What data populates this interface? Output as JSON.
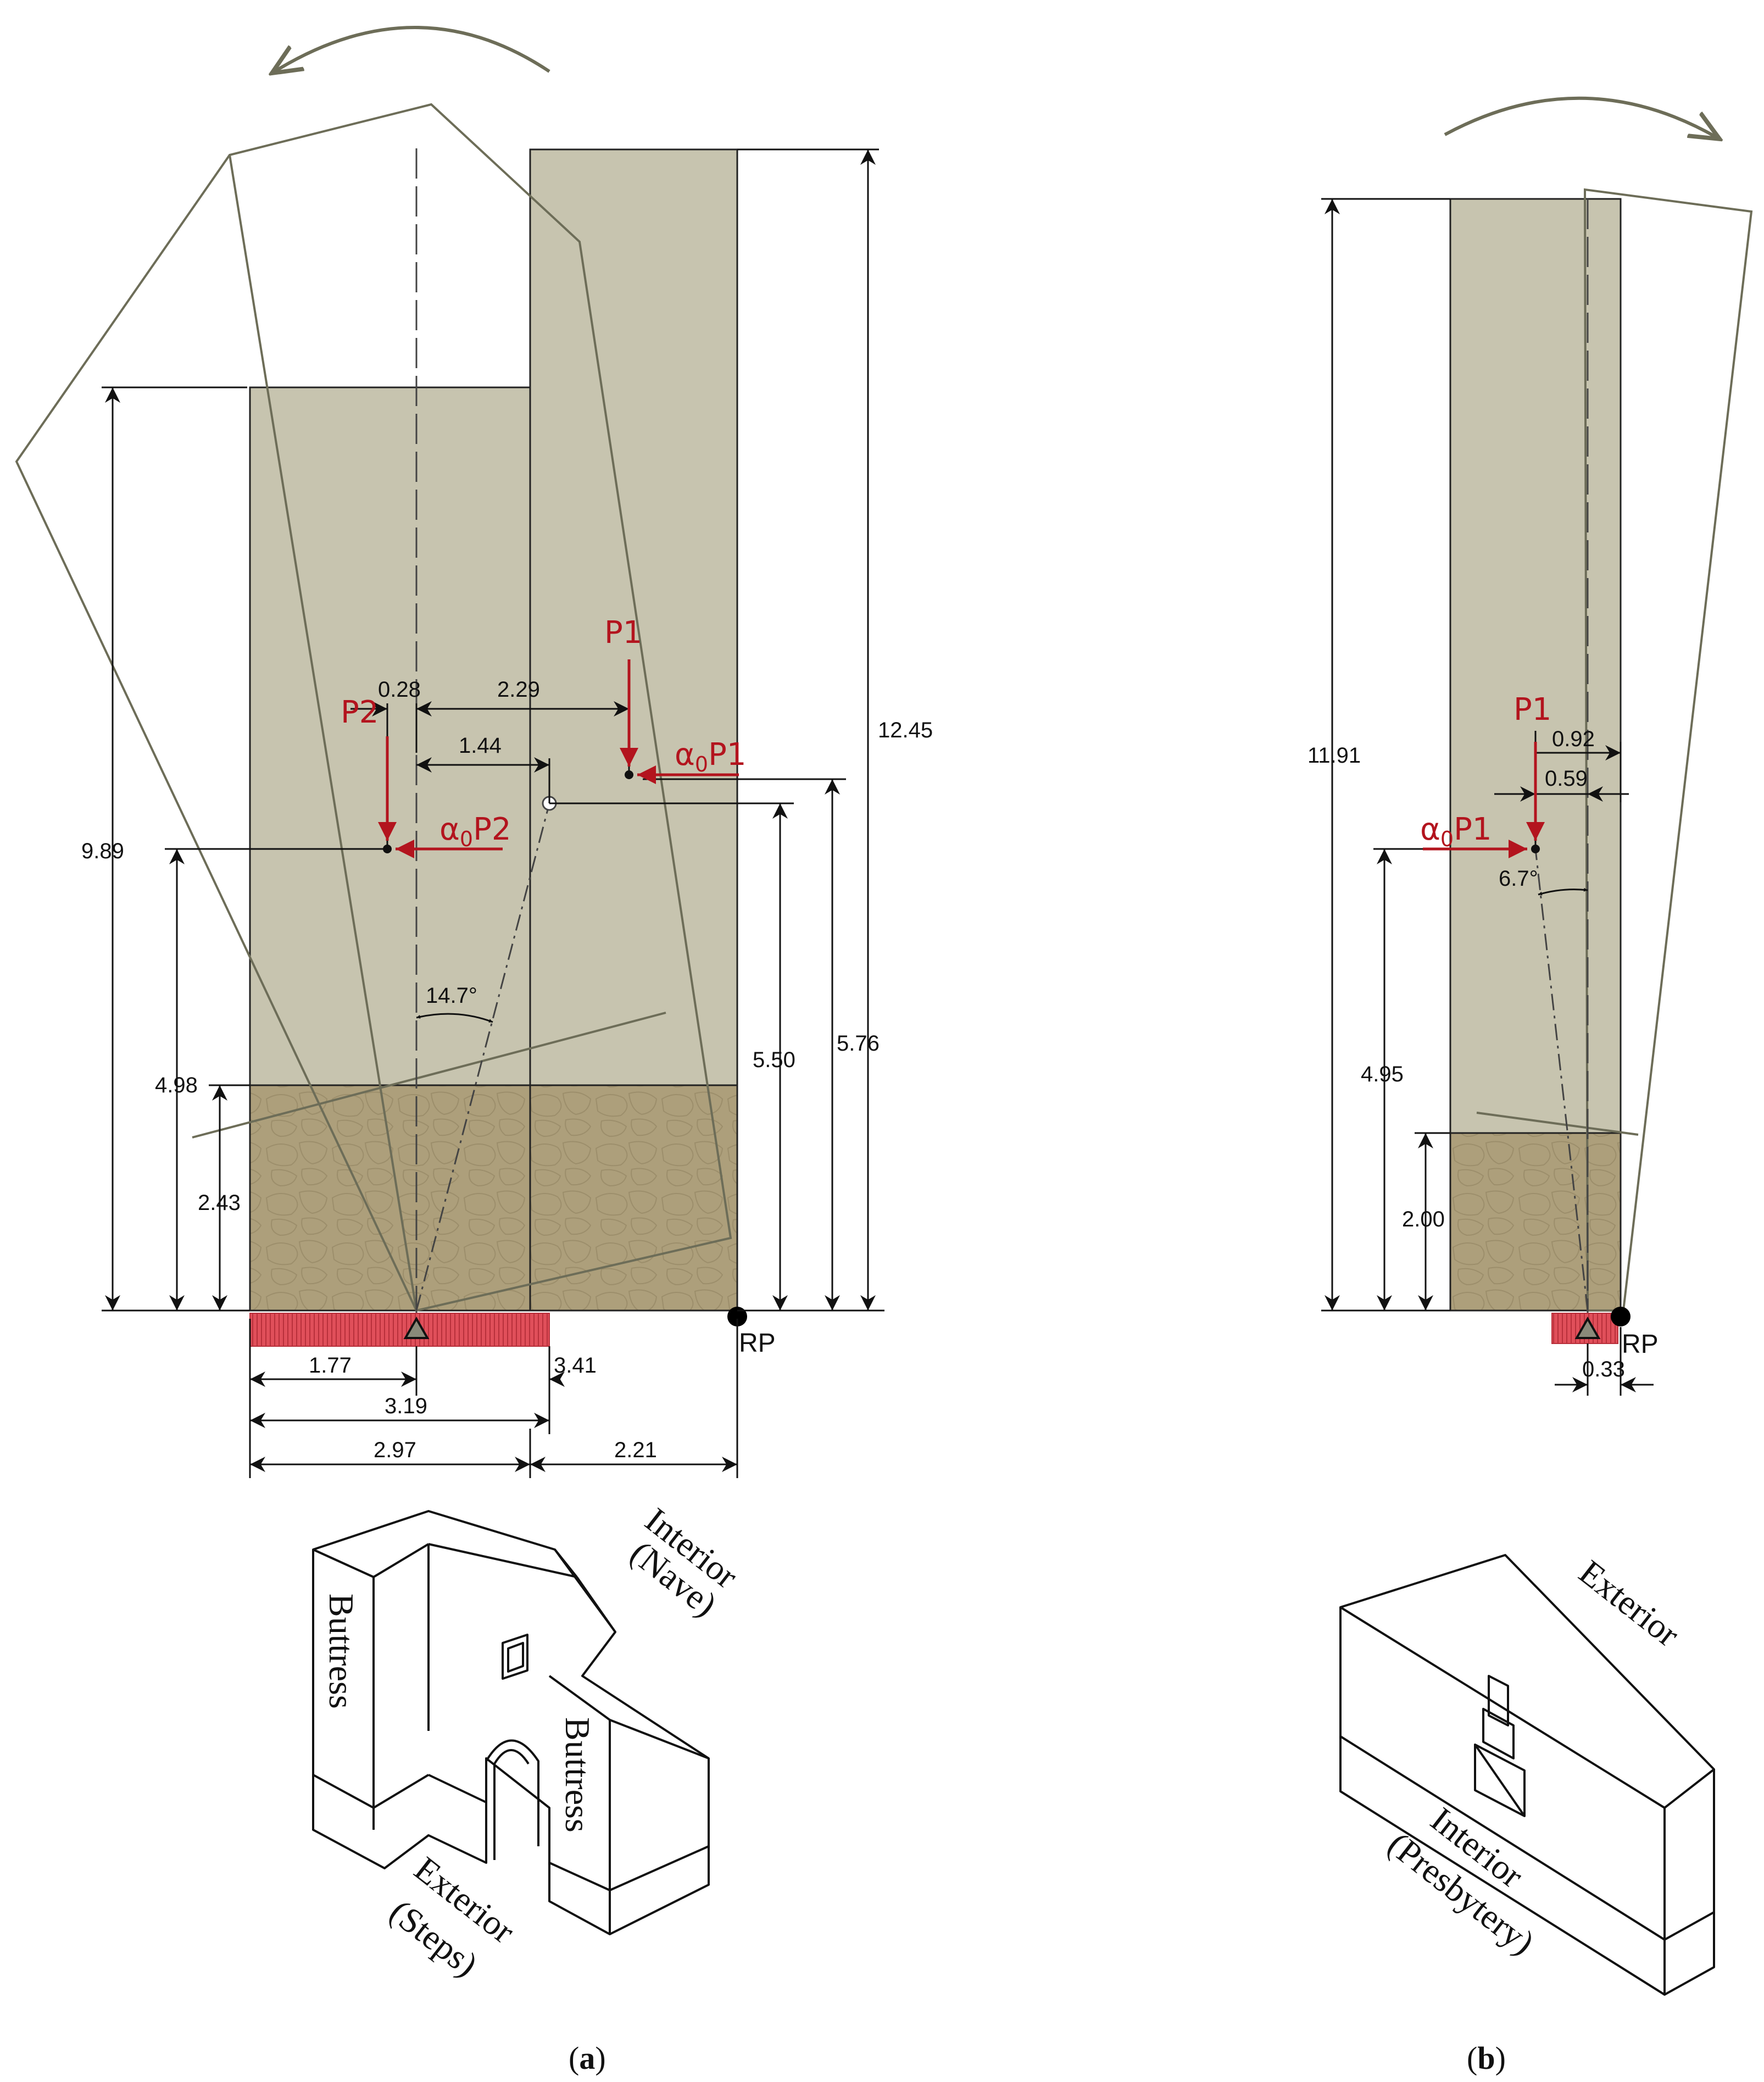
{
  "colors": {
    "upper_block": "#c7c4af",
    "masonry_base": "#ad9f7b",
    "force": "#b3141e",
    "outline": "#6d6d58",
    "compression_zone": "#e04f5a"
  },
  "panel_a": {
    "caption": "a",
    "dimensions": {
      "wall_height": "12.45",
      "buttress_height": "9.89",
      "base_height": "2.43",
      "p2_height": "4.98",
      "hinge_height": "5.50",
      "p1_height": "5.76",
      "p2_offset": "0.28",
      "p1_offset": "2.29",
      "hinge_offset": "1.44",
      "angle": "14.7°",
      "pivot_left": "1.77",
      "pivot_right": "3.41",
      "hinge_span": "3.19",
      "buttress_width": "2.97",
      "wall_width": "2.21"
    },
    "forces": {
      "p1": "P1",
      "p2": "P2",
      "alpha": "α",
      "sub": "0",
      "a0p1": "P1",
      "a0p2": "P2"
    },
    "reference_point": "RP",
    "iso_labels": {
      "interior": "Interior",
      "nave": "(Nave)",
      "buttress_left": "Buttress",
      "buttress_right": "Buttress",
      "exterior": "Exterior",
      "steps": "(Steps)"
    }
  },
  "panel_b": {
    "caption": "b",
    "dimensions": {
      "wall_height": "11.91",
      "p1_height": "4.95",
      "base_height": "2.00",
      "p1_offset_outer": "0.92",
      "p1_offset_inner": "0.59",
      "angle": "6.7°",
      "pivot_width": "0.33"
    },
    "forces": {
      "p1": "P1",
      "alpha": "α",
      "sub": "0",
      "a0p1": "P1"
    },
    "reference_point": "RP",
    "iso_labels": {
      "exterior": "Exterior",
      "interior": "Interior",
      "presbytery": "(Presbytery)"
    }
  }
}
